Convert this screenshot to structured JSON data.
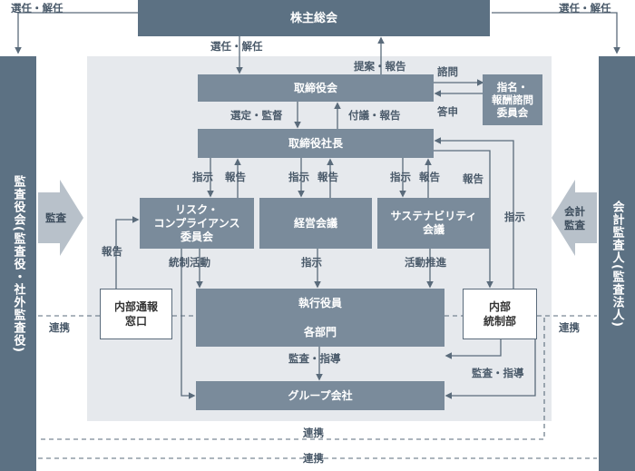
{
  "boxes": {
    "shareholders": "株主総会",
    "board": "取締役会",
    "nomination": "指名・\n報酬諮問\n委員会",
    "president": "取締役社長",
    "risk": "リスク・\nコンプライアンス\n委員会",
    "management": "経営会議",
    "sustainability": "サステナビリティ\n会議",
    "executives": "執行役員",
    "departments": "各部門",
    "group": "グループ会社",
    "whistle": "内部通報\n窓口",
    "internal_control": "内部\n統制部",
    "auditors": "監査役会(監査役・社外監査役)",
    "accounting_auditor": "会計監査人(監査法人)"
  },
  "labels": {
    "elect_left": "選任・解任",
    "elect_right": "選任・解任",
    "elect_board": "選任・解任",
    "proposal_report": "提案・報告",
    "inquiry": "諮問",
    "answer": "答申",
    "select_supervise": "選定・監督",
    "refer_report": "付議・報告",
    "inst1": "指示",
    "rep1": "報告",
    "inst2": "指示",
    "rep2": "報告",
    "inst3": "指示",
    "rep3": "報告",
    "report_right": "報告",
    "inst_right": "指示",
    "report_left": "報告",
    "control_activities": "統制活動",
    "inst_center": "指示",
    "activity_promotion": "活動推進",
    "supervise_guide": "監査・指導",
    "audit_guide": "監査・指導",
    "cooperate_left": "連携",
    "cooperate_right": "連携",
    "cooperate_bottom1": "連携",
    "cooperate_bottom2": "連携",
    "audit_arrow": "監査",
    "accounting_audit_arrow": "会計\n監査"
  },
  "colors": {
    "box": "#7a8b9b",
    "dark": "#5c7183",
    "panel": "#e6e9ed",
    "line": "#5a6b7b"
  }
}
